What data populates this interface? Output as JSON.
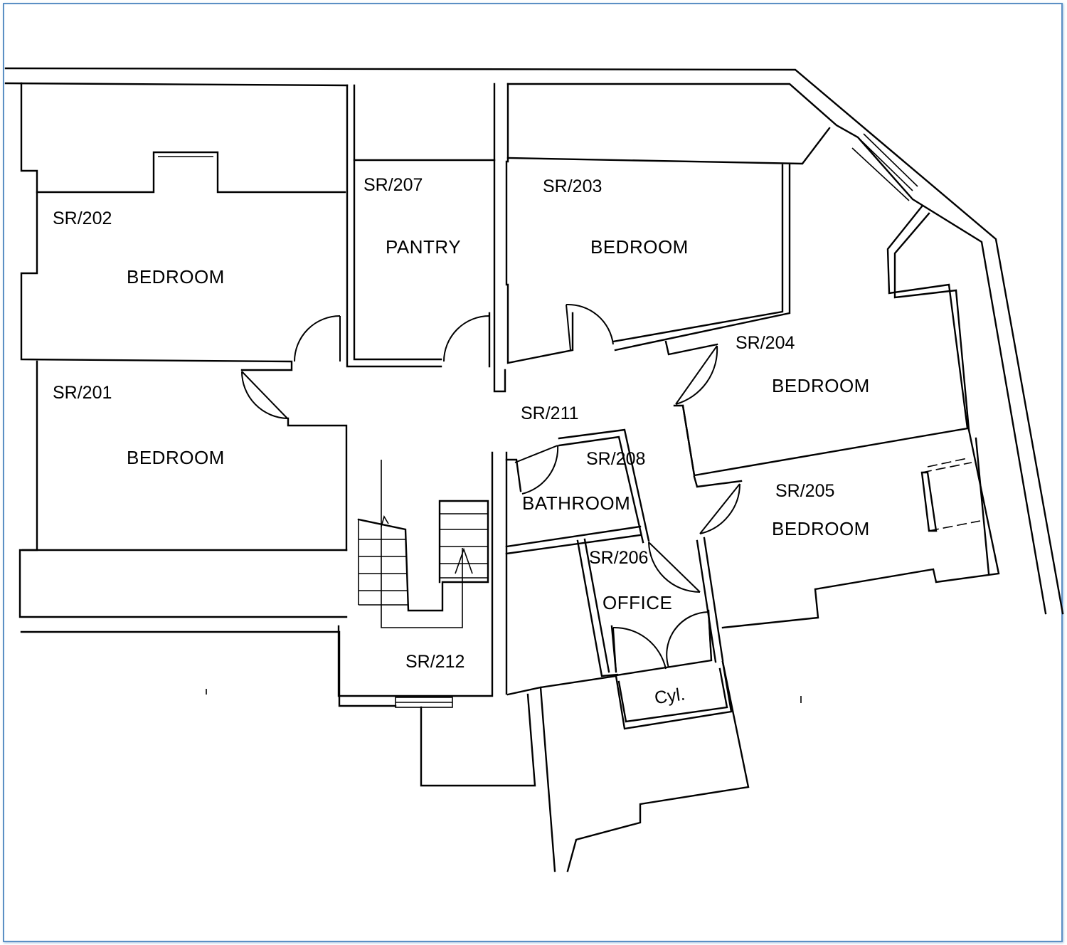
{
  "plan": {
    "frame_color": "#5b8fc4",
    "rooms": [
      {
        "id": "sr202",
        "code": "SR/202",
        "name": "BEDROOM"
      },
      {
        "id": "sr201",
        "code": "SR/201",
        "name": "BEDROOM"
      },
      {
        "id": "sr207",
        "code": "SR/207",
        "name": "PANTRY"
      },
      {
        "id": "sr203",
        "code": "SR/203",
        "name": "BEDROOM"
      },
      {
        "id": "sr204",
        "code": "SR/204",
        "name": "BEDROOM"
      },
      {
        "id": "sr205",
        "code": "SR/205",
        "name": "BEDROOM"
      },
      {
        "id": "sr208",
        "code": "SR/208",
        "name": "BATHROOM"
      },
      {
        "id": "sr206",
        "code": "SR/206",
        "name": "OFFICE"
      },
      {
        "id": "sr211",
        "code": "SR/211",
        "name": ""
      },
      {
        "id": "sr212",
        "code": "SR/212",
        "name": ""
      }
    ],
    "cylinder_label": "Cyl."
  }
}
